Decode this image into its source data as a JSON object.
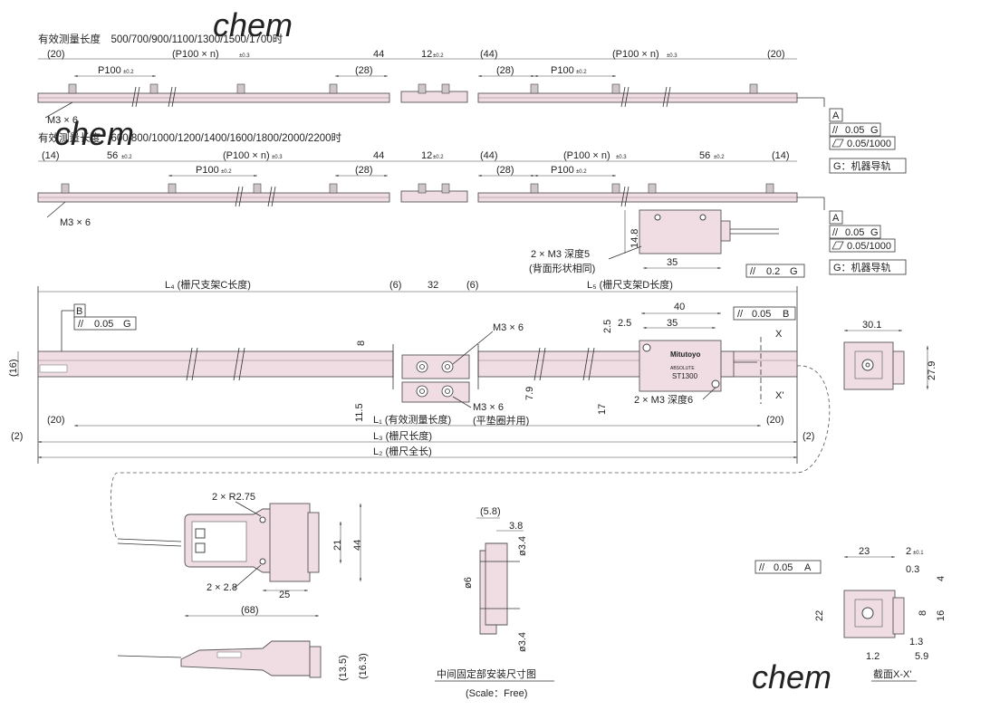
{
  "top": {
    "title1": "有效测量长度　500/700/900/1100/1300/1500/1700时",
    "title2": "有效测量长度　600/800/1000/1200/1400/1600/1800/2000/2200时",
    "d20": "(20)",
    "d14": "(14)",
    "p100n": "(P100 × n)",
    "p100": "P100",
    "tol02": "±0.2",
    "tol03": "±0.3",
    "d44": "44",
    "d44p": "(44)",
    "d12": "12",
    "d28": "(28)",
    "d56": "56",
    "m3x6": "M3 × 6"
  },
  "tolerance_frames": {
    "datum_a": "A",
    "parallel": "//",
    "v005": "0.05",
    "g": "G",
    "flat": "0.05/1000",
    "note": "G：机器导轨",
    "v02": "0.2",
    "datum_b": "B"
  },
  "sensor_head_small": {
    "depth_label": "2 × M3 深度5",
    "back_label": "(背面形状相同)",
    "d148": "14.8",
    "d35": "35"
  },
  "main": {
    "l4": "L₄ (栅尺支架C长度)",
    "l5": "L₅ (栅尺支架D长度)",
    "d6": "(6)",
    "d32": "32",
    "m3x6": "M3 × 6",
    "d8": "8",
    "d115": "11.5",
    "d79": "7.9",
    "d17": "17",
    "d16": "(16)",
    "d2": "(2)",
    "d20": "(20)",
    "l1": "L₁ (有效测量长度)",
    "washer": "(平垫圈并用)",
    "l3": "L₃ (栅尺长度)",
    "l2": "L₂ (栅尺全长)",
    "d40": "40",
    "d25": "2.5",
    "d35": "35",
    "d25v": "2.5",
    "head_depth": "2 × M3 深度6",
    "x": "X",
    "xp": "X'",
    "brand": "Mitutoyo",
    "model": "ST1300",
    "absolute": "ABSOLUTE",
    "d301": "30.1",
    "d279": "27.9"
  },
  "connector": {
    "r275": "2 × R2.75",
    "d28": "2 × 2.8",
    "d25": "25",
    "d68": "(68)",
    "d21": "21",
    "d44": "44",
    "d135": "(13.5)",
    "d163": "(16.3)"
  },
  "mid_bracket": {
    "d58": "(5.8)",
    "d38": "3.8",
    "d34": "ø3.4",
    "d6": "ø6",
    "caption": "中间固定部安装尺寸图",
    "scale": "(Scale：Free)"
  },
  "section": {
    "d23": "23",
    "d2": "2",
    "tol01": "±0.1",
    "d03": "0.3",
    "d4": "4",
    "d8": "8",
    "d16": "16",
    "d22": "22",
    "d13": "1.3",
    "d12": "1.2",
    "d59": "5.9",
    "caption": "截面X-X'"
  },
  "watermark": "chem"
}
